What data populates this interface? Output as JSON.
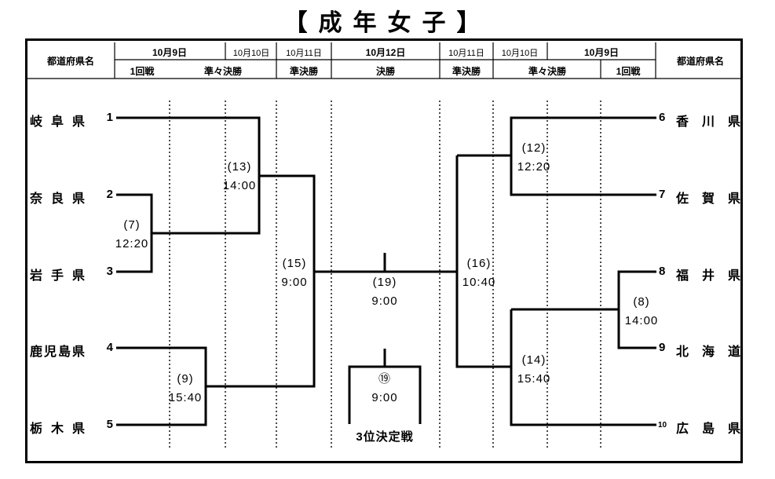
{
  "title": "【成年女子】",
  "header": {
    "left_pref": "都道府県名",
    "right_pref": "都道府県名",
    "dates": [
      "10月9日",
      "10月10日",
      "10月11日",
      "10月12日",
      "10月11日",
      "10月10日",
      "10月9日"
    ],
    "rounds": [
      "1回戦",
      "準々決勝",
      "準決勝",
      "決勝",
      "準決勝",
      "準々決勝",
      "1回戦"
    ]
  },
  "teams": {
    "left": [
      {
        "name": "岐阜県",
        "seed": "1"
      },
      {
        "name": "奈良県",
        "seed": "2"
      },
      {
        "name": "岩手県",
        "seed": "3"
      },
      {
        "name": "鹿児島県",
        "seed": "4"
      },
      {
        "name": "栃木県",
        "seed": "5"
      }
    ],
    "right": [
      {
        "name": "香川県",
        "seed": "6"
      },
      {
        "name": "佐賀県",
        "seed": "7"
      },
      {
        "name": "福井県",
        "seed": "8"
      },
      {
        "name": "北海道",
        "seed": "9"
      },
      {
        "name": "広島県",
        "seed": "10"
      }
    ]
  },
  "matches": {
    "m7": {
      "no": "(7)",
      "time": "12:20"
    },
    "m9": {
      "no": "(9)",
      "time": "15:40"
    },
    "m13": {
      "no": "(13)",
      "time": "14:00"
    },
    "m15": {
      "no": "(15)",
      "time": "9:00"
    },
    "m19": {
      "no": "(19)",
      "time": "9:00"
    },
    "m16": {
      "no": "(16)",
      "time": "10:40"
    },
    "m12": {
      "no": "(12)",
      "time": "12:20"
    },
    "m14": {
      "no": "(14)",
      "time": "15:40"
    },
    "m8": {
      "no": "(8)",
      "time": "14:00"
    },
    "third": {
      "no": "⑲",
      "time": "9:00",
      "label": "3位決定戦"
    }
  }
}
